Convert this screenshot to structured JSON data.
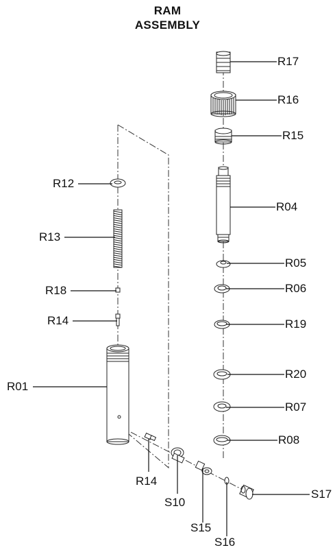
{
  "title": {
    "line1": "RAM",
    "line2": "ASSEMBLY"
  },
  "labels": {
    "r17": "R17",
    "r16": "R16",
    "r15": "R15",
    "r04": "R04",
    "r05": "R05",
    "r06": "R06",
    "r19": "R19",
    "r20": "R20",
    "r07": "R07",
    "r08": "R08",
    "r12": "R12",
    "r13": "R13",
    "r18": "R18",
    "r14_left": "R14",
    "r01": "R01",
    "r14_bottom": "R14",
    "s10": "S10",
    "s15": "S15",
    "s16": "S16",
    "s17": "S17"
  }
}
